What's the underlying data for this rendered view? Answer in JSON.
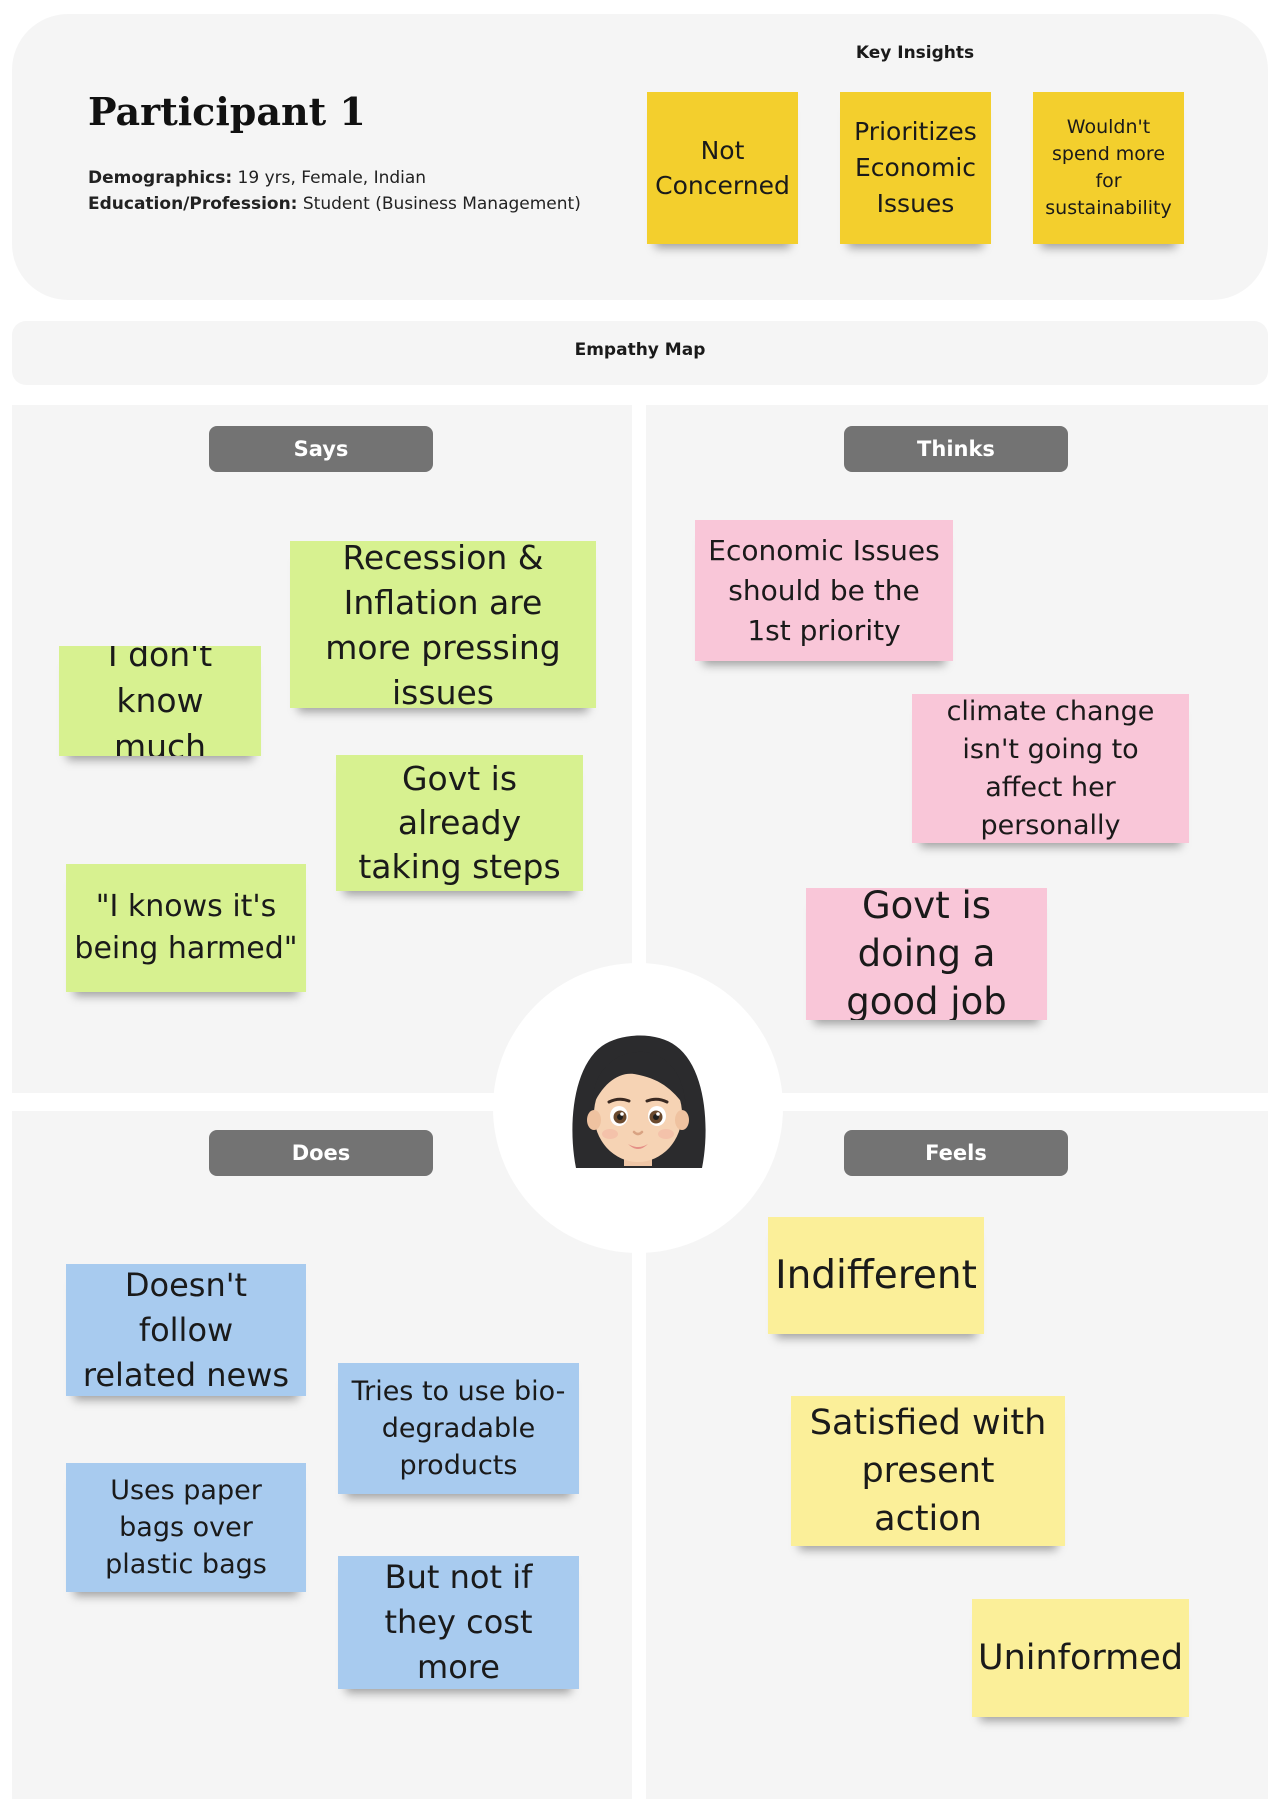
{
  "participant": {
    "title": "Participant 1",
    "demographics_label": "Demographics:",
    "demographics_value": " 19 yrs, Female, Indian",
    "education_label": "Education/Profession:",
    "education_value": " Student (Business Management)"
  },
  "key_insights": {
    "label": "Key Insights",
    "notes": [
      "Not Concerned",
      "Prioritizes Economic Issues",
      "Wouldn't spend more for sustainability"
    ]
  },
  "empathy_map": {
    "title": "Empathy Map",
    "says": {
      "label": "Says",
      "notes": [
        "Recession & Inflation are more pressing issues",
        "I don't know much",
        "Govt is already taking steps",
        "\"I knows it's being harmed\""
      ]
    },
    "thinks": {
      "label": "Thinks",
      "notes": [
        "Economic Issues should be the 1st priority",
        "climate change isn't going to affect her personally",
        "Govt is doing a good job"
      ]
    },
    "does": {
      "label": "Does",
      "notes": [
        "Doesn't follow related news",
        "Tries to use bio-degradable products",
        "Uses paper bags over plastic bags",
        "But not if they cost more"
      ]
    },
    "feels": {
      "label": "Feels",
      "notes": [
        "Indifferent",
        "Satisfied with present action",
        "Uninformed"
      ]
    }
  },
  "avatar": {
    "icon": "woman-face-icon"
  },
  "colors": {
    "insight_note": "#f3cf2d",
    "says_note": "#d7f190",
    "thinks_note": "#f9c6d8",
    "does_note": "#a8cbef",
    "feels_note": "#fbef99",
    "label_pill": "#737373",
    "panel_bg": "#f5f5f5"
  }
}
